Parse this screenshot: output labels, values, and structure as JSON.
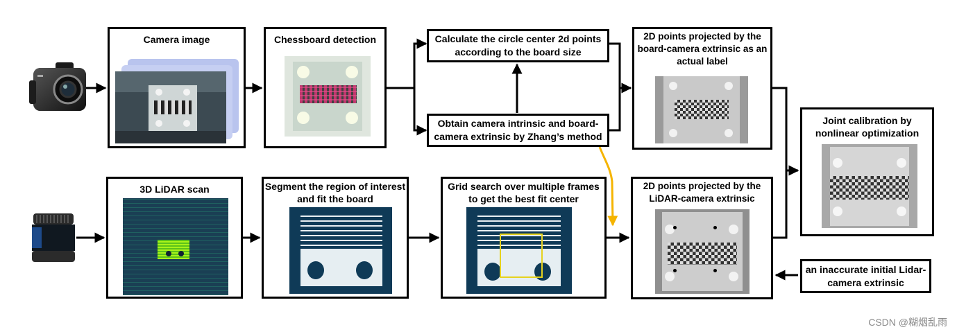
{
  "boxes": {
    "camera_image": "Camera image",
    "chessboard_detection": "Chessboard detection",
    "circle_center": "Calculate the circle center 2d points according to the board size",
    "zhang_method": "Obtain camera intrinsic and board-camera extrinsic by Zhang’s method",
    "projected_board_camera": "2D points projected by the board-camera extrinsic as an actual label",
    "joint_calibration": "Joint calibration by nonlinear optimization",
    "lidar_scan": "3D LiDAR scan",
    "segment_region": "Segment the region of interest and fit the board",
    "grid_search": "Grid search over multiple frames to get the best fit center",
    "projected_lidar_camera": "2D points projected by the LiDAR-camera extrinsic",
    "inaccurate_initial": "an inaccurate initial Lidar-camera extrinsic"
  },
  "icons": [
    "dashcam-icon",
    "lidar-sensor-icon"
  ],
  "colors": {
    "highlight_arrow": "#f5b400",
    "lidar_bg": "#0f3a57",
    "lidar_points": "#8ff020",
    "fit_box": "#e6d21e"
  },
  "watermark": "CSDN @糊烟乱雨"
}
